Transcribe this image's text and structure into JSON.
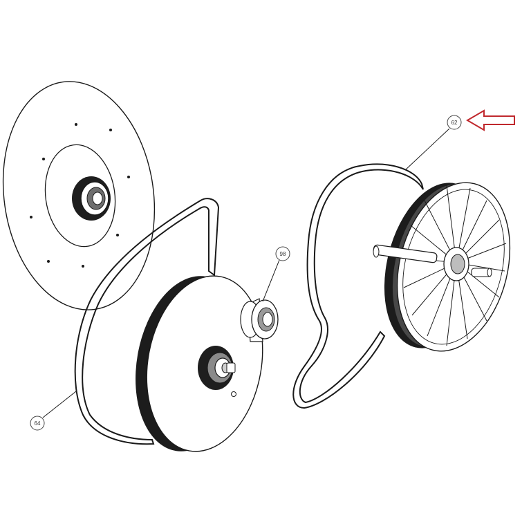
{
  "diagram": {
    "colors": {
      "line": "#1a1a1a",
      "background": "#ffffff",
      "arrow": "#c0282d"
    },
    "callouts": [
      {
        "id": "callout-62",
        "label": "62"
      },
      {
        "id": "callout-98",
        "label": "98"
      },
      {
        "id": "callout-64",
        "label": "64"
      }
    ],
    "arrow_icon": "left-arrow-icon"
  }
}
